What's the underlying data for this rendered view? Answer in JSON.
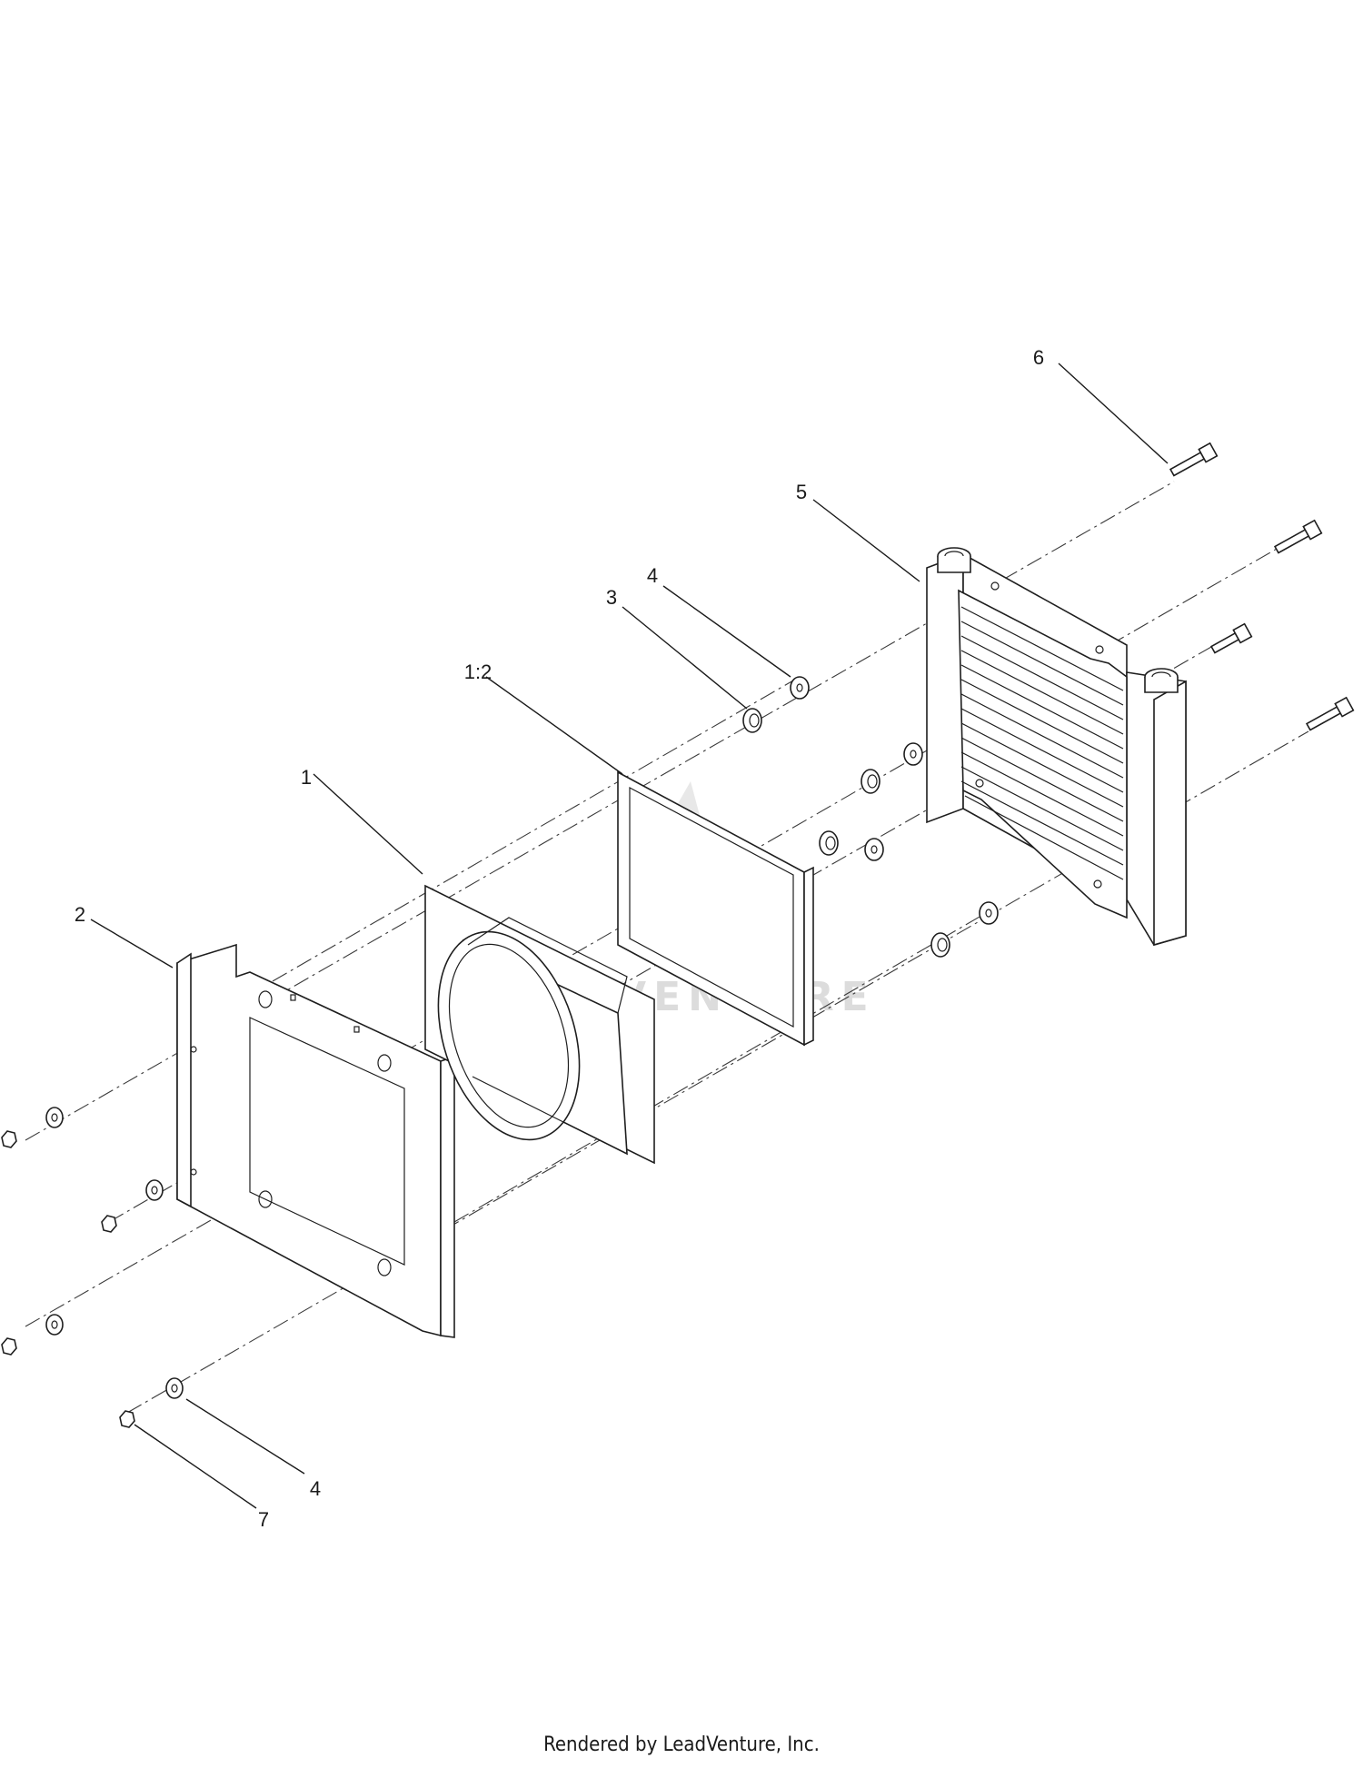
{
  "diagram": {
    "callouts": [
      {
        "id": "c6",
        "label": "6"
      },
      {
        "id": "c5",
        "label": "5"
      },
      {
        "id": "c4a",
        "label": "4"
      },
      {
        "id": "c3",
        "label": "3"
      },
      {
        "id": "c12",
        "label": "1:2"
      },
      {
        "id": "c1",
        "label": "1"
      },
      {
        "id": "c2",
        "label": "2"
      },
      {
        "id": "c4b",
        "label": "4"
      },
      {
        "id": "c7",
        "label": "7"
      }
    ],
    "watermark": "LEADVENTURE",
    "footer": "Rendered by LeadVenture, Inc."
  }
}
